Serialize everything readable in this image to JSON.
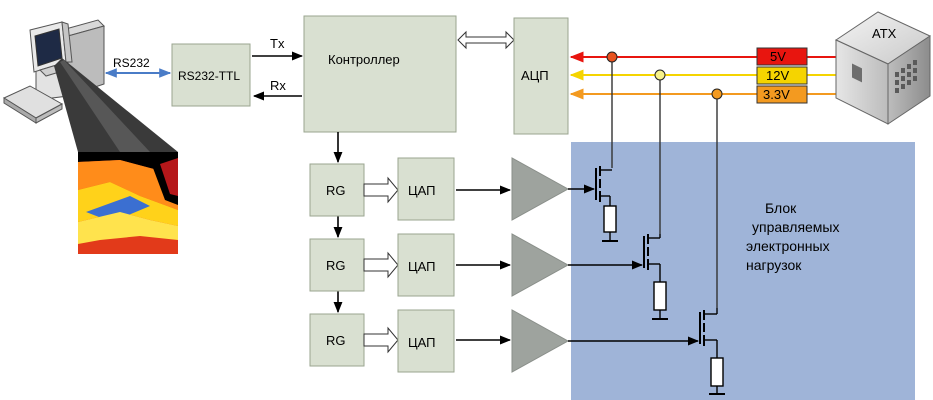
{
  "blocks": {
    "rs232_ttl": "RS232-TTL",
    "controller": "Контроллер",
    "adc": "АЦП",
    "rg": [
      "RG",
      "RG",
      "RG"
    ],
    "dac": [
      "ЦАП",
      "ЦАП",
      "ЦАП"
    ]
  },
  "labels": {
    "rs232": "RS232",
    "tx": "Tx",
    "rx": "Rx",
    "atx": "ATX",
    "load_block": "Блок\nуправляемых\nэлектронных\nнагрузок"
  },
  "rails": [
    {
      "label": "5V",
      "color": "#e8150f",
      "dot": "#e8531f"
    },
    {
      "label": "12V",
      "color": "#f5d400",
      "dot": "#f7f28a"
    },
    {
      "label": "3.3V",
      "color": "#f39a20",
      "dot": "#f39a20"
    }
  ],
  "colors": {
    "block_fill": "#d9e0d1",
    "load_panel": "#9fb4d8",
    "amplifier": "#9ea39e",
    "serial_link": "#4a7cc7"
  }
}
